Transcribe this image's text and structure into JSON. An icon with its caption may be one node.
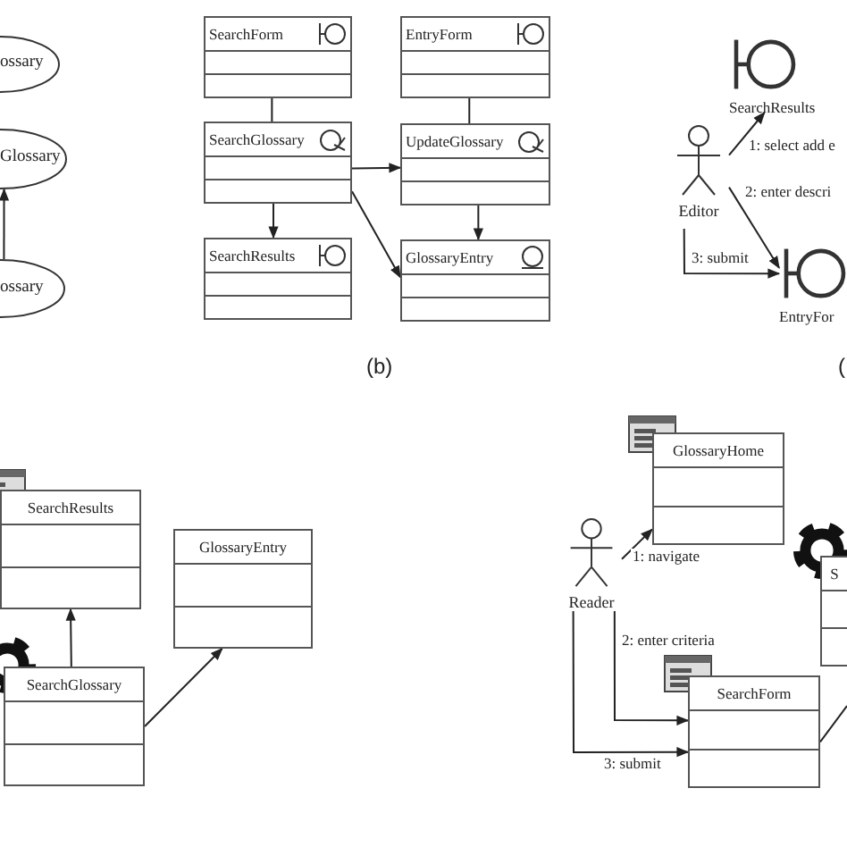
{
  "diagram": {
    "nodes": [
      {
        "text": [
          "ossary"
        ]
      },
      {
        "text": [
          "Glossary"
        ]
      },
      {
        "text": [
          "ossary"
        ]
      },
      {
        "text": [
          "SearchForm"
        ]
      },
      {
        "text": [
          "EntryForm"
        ]
      },
      {
        "text": [
          "SearchGlossary"
        ]
      },
      {
        "text": [
          "UpdateGlossary"
        ]
      },
      {
        "text": [
          "SearchResults"
        ]
      },
      {
        "text": [
          "GlossaryEntry"
        ]
      },
      {
        "text": [
          "SearchResults"
        ]
      },
      {
        "text": [
          "Editor"
        ]
      },
      {
        "text": [
          "EntryFor"
        ]
      },
      {
        "text": [
          "SearchResults"
        ]
      },
      {
        "text": [
          "GlossaryEntry"
        ]
      },
      {
        "text": [
          "SearchGlossary"
        ]
      },
      {
        "text": [
          "GlossaryHome"
        ]
      },
      {
        "text": [
          "Reader"
        ]
      },
      {
        "text": [
          "S"
        ]
      },
      {
        "text": [
          "SearchForm"
        ]
      }
    ],
    "edges": [
      {
        "from": 2,
        "to": 1,
        "arrow": "to"
      },
      {
        "from": 3,
        "to": 5,
        "arrow": "none"
      },
      {
        "from": 4,
        "to": 6,
        "arrow": "none"
      },
      {
        "from": 5,
        "to": 6,
        "arrow": "to"
      },
      {
        "from": 5,
        "to": 7,
        "arrow": "to"
      },
      {
        "from": 5,
        "to": 8,
        "arrow": "to"
      },
      {
        "from": 6,
        "to": 8,
        "arrow": "to"
      },
      {
        "from": 10,
        "to": 9,
        "arrow": "to",
        "label": "1: select add e"
      },
      {
        "from": 10,
        "to": 11,
        "arrow": "to",
        "label": "2: enter descri"
      },
      {
        "from": 10,
        "to": 11,
        "arrow": "to",
        "label": "3: submit"
      },
      {
        "from": 14,
        "to": 12,
        "arrow": "to"
      },
      {
        "from": 14,
        "to": 13,
        "arrow": "to"
      },
      {
        "from": 16,
        "to": 15,
        "arrow": "to",
        "label": "1: navigate"
      },
      {
        "from": 16,
        "to": 18,
        "arrow": "to",
        "label": "2: enter criteria"
      },
      {
        "from": 16,
        "to": 18,
        "arrow": "to",
        "label": "3: submit"
      },
      {
        "from": 18,
        "to": null,
        "arrow": "none"
      }
    ],
    "labels": [
      "(b)",
      "("
    ]
  }
}
